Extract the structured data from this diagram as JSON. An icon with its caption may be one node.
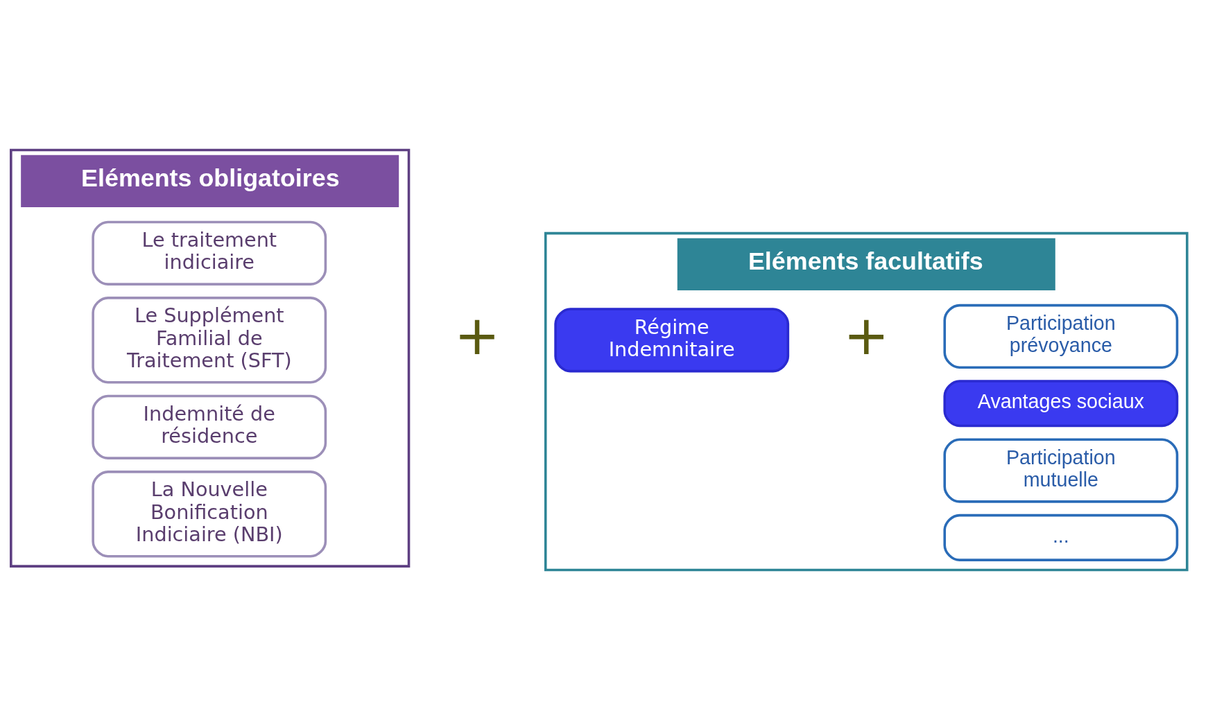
{
  "diagram": {
    "nodes": [
      {
        "text": [
          "Eléments obligatoires"
        ]
      },
      {
        "text": [
          "Le traitement indiciaire"
        ],
        "in": 0
      },
      {
        "text": [
          "Le Supplément Familial de Traitement (SFT)"
        ],
        "in": 0
      },
      {
        "text": [
          "Indemnité de résidence"
        ],
        "in": 0
      },
      {
        "text": [
          "La Nouvelle Bonification Indiciaire (NBI)"
        ],
        "in": 0
      },
      {
        "text": [
          "Eléments facultatifs"
        ]
      },
      {
        "text": [
          "Régime Indemnitaire"
        ],
        "in": 5
      },
      {
        "text": [
          "Avantages sociaux"
        ],
        "in": 5
      },
      {
        "text": [
          "Participation mutuelle"
        ],
        "in": 5
      },
      {
        "text": [
          "Participation prévoyance"
        ],
        "in": 5
      },
      {
        "text": [
          "..."
        ],
        "in": 5
      }
    ],
    "labels": [
      "+",
      "+"
    ]
  }
}
